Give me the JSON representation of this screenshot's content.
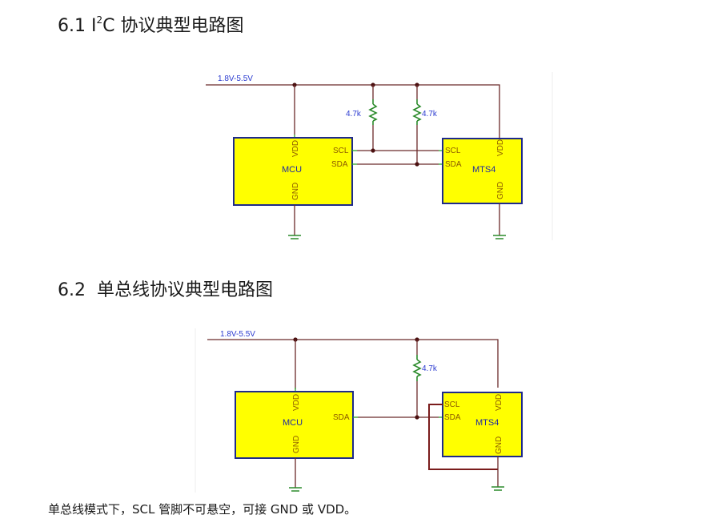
{
  "section1": {
    "number": "6.1",
    "title_prefix": "I",
    "title_sup": "2",
    "title_suffix": "C 协议典型电路图",
    "diagram": {
      "supply_label": "1.8V-5.5V",
      "mcu": {
        "name": "MCU",
        "pins": [
          "VDD",
          "GND",
          "SCL",
          "SDA"
        ]
      },
      "sensor": {
        "name": "MTS4",
        "pins": [
          "SCL",
          "SDA",
          "VDD",
          "GND"
        ]
      },
      "resistors": [
        {
          "label": "4.7k"
        },
        {
          "label": "4.7k"
        }
      ]
    }
  },
  "section2": {
    "number": "6.2",
    "title": "单总线协议典型电路图",
    "diagram": {
      "supply_label": "1.8V-5.5V",
      "mcu": {
        "name": "MCU",
        "pins": [
          "VDD",
          "GND",
          "SDA"
        ]
      },
      "sensor": {
        "name": "MTS4",
        "pins": [
          "SCL",
          "SDA",
          "VDD",
          "GND"
        ]
      },
      "resistors": [
        {
          "label": "4.7k"
        }
      ]
    }
  },
  "note": "单总线模式下，SCL 管脚不可悬空，可接 GND 或 VDD。"
}
